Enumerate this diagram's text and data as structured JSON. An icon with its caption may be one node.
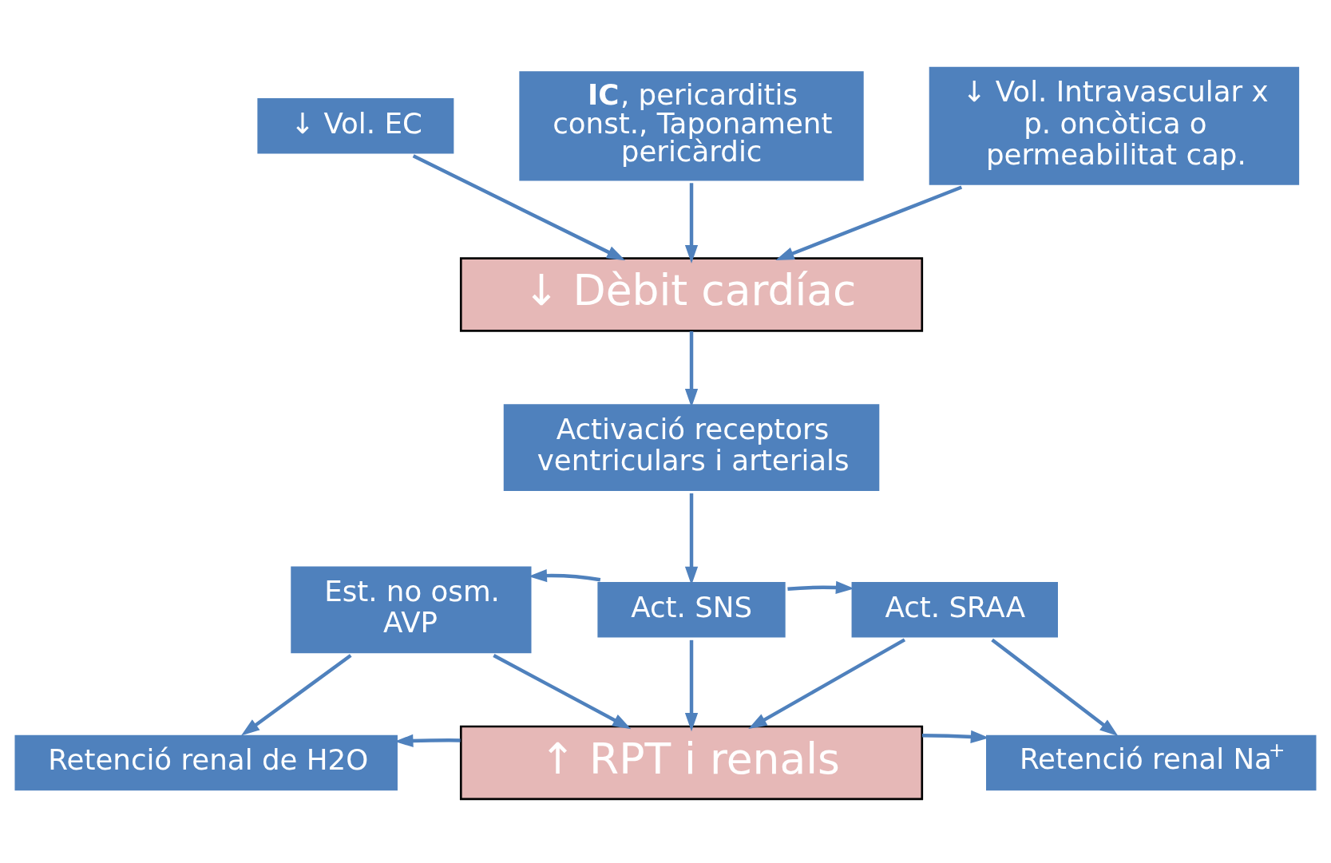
{
  "diagram": {
    "nodes": [
      {
        "text": [
          "↓ Vol. EC"
        ]
      },
      {
        "text": [
          "**IC**, pericarditis const., Taponament pericàrdic"
        ]
      },
      {
        "text": [
          "↓ Vol. Intravascular x p. oncòtica o permeabilitat cap."
        ]
      },
      {
        "text": [
          "↓ Dèbit cardíac"
        ]
      },
      {
        "text": [
          "Activació receptors ventriculars i arterials"
        ]
      },
      {
        "text": [
          "Est. no osm. AVP"
        ]
      },
      {
        "text": [
          "Act. SNS"
        ]
      },
      {
        "text": [
          "Act. SRAA"
        ]
      },
      {
        "text": [
          "Retenció renal de H2O"
        ]
      },
      {
        "text": [
          "↑ RPT i renals"
        ]
      },
      {
        "text": [
          "Retenció renal Na$^{+}$"
        ]
      }
    ],
    "edges": [
      {
        "from": 0,
        "to": 3,
        "arrow": "to"
      },
      {
        "from": 1,
        "to": 3,
        "arrow": "to"
      },
      {
        "from": 2,
        "to": 3,
        "arrow": "to"
      },
      {
        "from": 3,
        "to": 4,
        "arrow": "to"
      },
      {
        "from": 4,
        "to": 6,
        "arrow": "to"
      },
      {
        "from": 6,
        "to": 5,
        "arrow": "to"
      },
      {
        "from": 6,
        "to": 7,
        "arrow": "to"
      },
      {
        "from": 5,
        "to": 9,
        "arrow": "to"
      },
      {
        "from": 6,
        "to": 9,
        "arrow": "to"
      },
      {
        "from": 7,
        "to": 9,
        "arrow": "to"
      },
      {
        "from": 5,
        "to": 8,
        "arrow": "to"
      },
      {
        "from": 7,
        "to": 10,
        "arrow": "to"
      },
      {
        "from": 9,
        "to": 8,
        "arrow": "to"
      },
      {
        "from": 9,
        "to": 10,
        "arrow": "to"
      }
    ]
  }
}
